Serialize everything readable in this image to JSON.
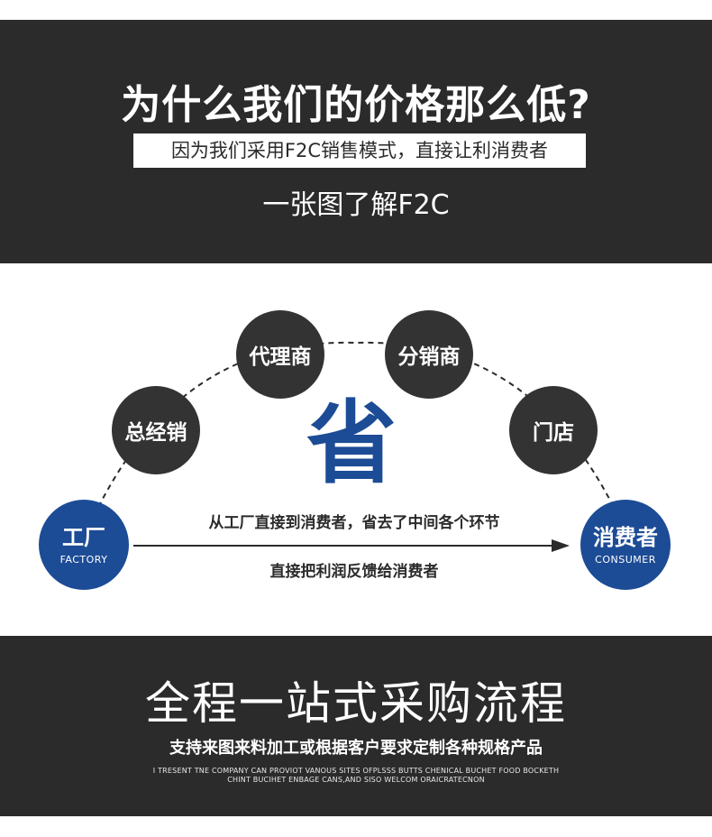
{
  "header": {
    "headline": "为什么我们的价格那么低?",
    "bar_text": "因为我们采用F2C销售模式，直接让利消费者",
    "sub_headline": "一张图了解F2C"
  },
  "diagram": {
    "nodes": {
      "factory": {
        "label": "工厂",
        "sub": "FACTORY"
      },
      "general_distributor": {
        "label": "总经销"
      },
      "agent": {
        "label": "代理商"
      },
      "distributor": {
        "label": "分销商"
      },
      "store": {
        "label": "门店"
      },
      "consumer": {
        "label": "消费者",
        "sub": "CONSUMER"
      }
    },
    "save_char": "省",
    "arrow_top_text": "从工厂直接到消费者，省去了中间各个环节",
    "arrow_bottom_text": "直接把利润反馈给消费者",
    "colors": {
      "blue": "#1d4c96",
      "dark": "#333333"
    }
  },
  "footer": {
    "title": "全程一站式采购流程",
    "subtitle": "支持来图来料加工或根据客户要求定制各种规格产品",
    "fine_print_1": "I TRESENT TNE COMPANY CAN PROVIOT VANOUS SITES OFPLSSS BUTTS CHENICAL BUCHET FOOD BOCKETH",
    "fine_print_2": "CHINT BUCIHET ENBAGE CANS,AND SISO WELCOM  ORAICRATECNON"
  }
}
